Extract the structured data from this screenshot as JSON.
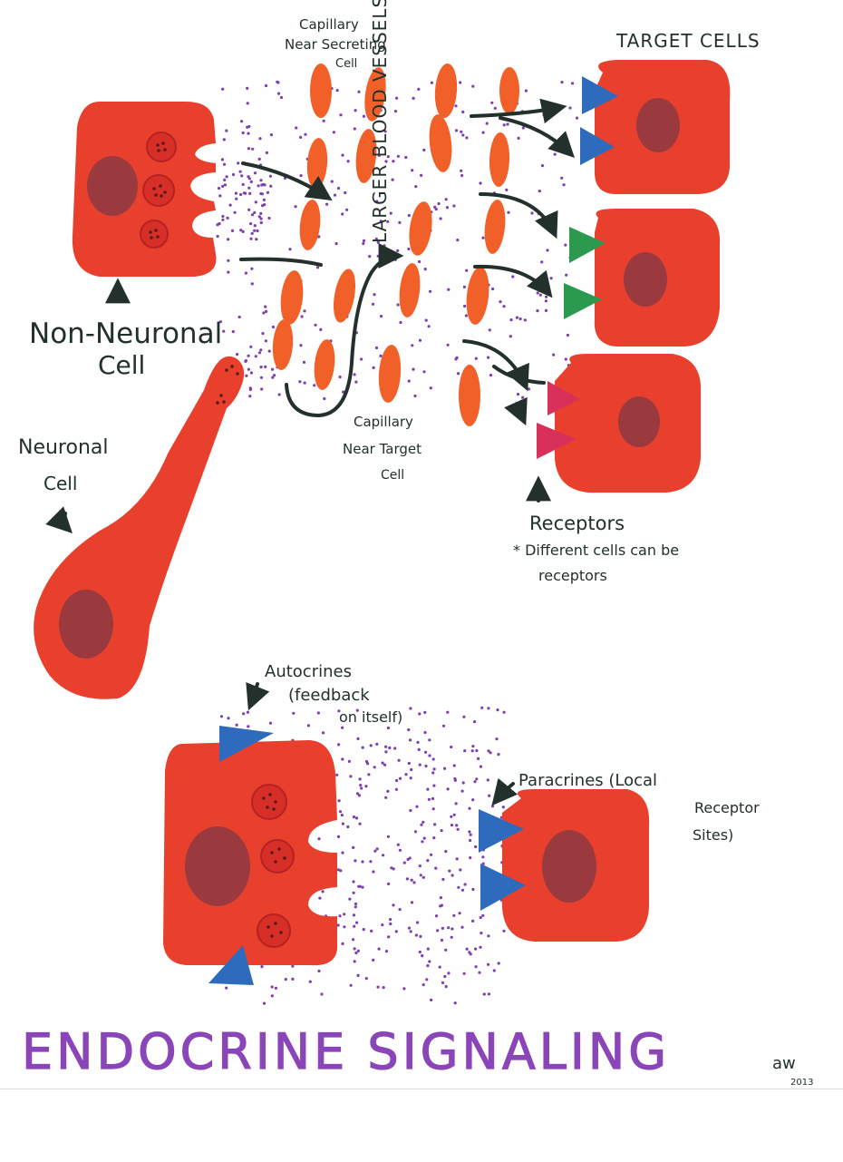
{
  "labels": {
    "target_cells": "TARGET CELLS",
    "capillary_secreting": [
      "Capillary",
      "Near Secreting",
      "Cell"
    ],
    "larger_vessels": "LARGER BLOOD VESSELS",
    "non_neuronal": [
      "Non-Neuronal",
      "Cell"
    ],
    "neuronal": [
      "Neuronal",
      "Cell"
    ],
    "capillary_target": [
      "Capillary",
      "Near Target",
      "Cell"
    ],
    "receptors": "Receptors",
    "receptors_note": [
      "* Different cells can be",
      "receptors"
    ],
    "autocrines": [
      "Autocrines",
      "(feedback",
      "on itself)"
    ],
    "paracrines": [
      "Paracrines (Local",
      "Receptor",
      "Sites)"
    ],
    "title": "ENDOCRINE SIGNALING",
    "signature": "aw",
    "year": "2013"
  },
  "colors": {
    "cell": "#e8402c",
    "nucleus": "#9a3a3f",
    "vessel": "#f06028",
    "ink": "#23302c",
    "dots": "#7d3fb0",
    "title": "#8a45b8",
    "receptor_blue": "#2f6bbd",
    "receptor_green": "#2c9a4e",
    "receptor_pink": "#d8305a"
  }
}
